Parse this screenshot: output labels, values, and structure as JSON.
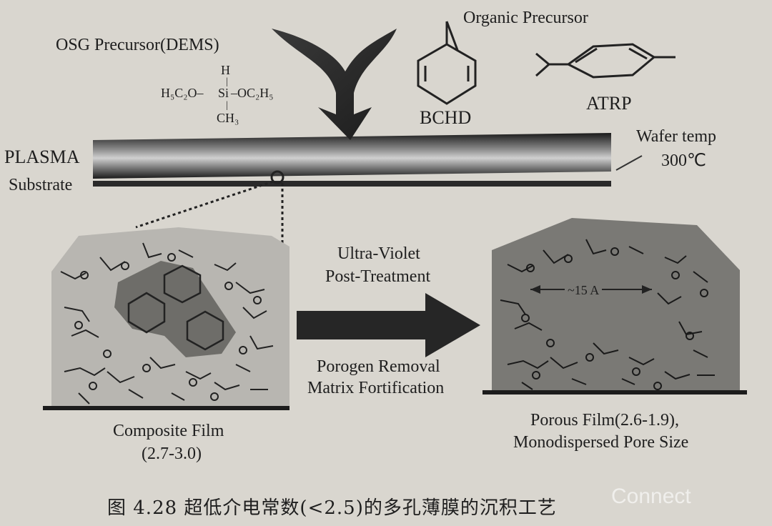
{
  "labels": {
    "osg_precursor": "OSG Precursor(DEMS)",
    "organic_precursor": "Organic Precursor",
    "bchd": "BCHD",
    "atrp": "ATRP",
    "plasma": "PLASMA",
    "substrate": "Substrate",
    "wafer_temp": "Wafer temp",
    "wafer_temp_value": "300℃",
    "uv_line1": "Ultra-Violet",
    "uv_line2": "Post-Treatment",
    "porogen_line1": "Porogen Removal",
    "porogen_line2": "Matrix Fortification",
    "composite_line1": "Composite Film",
    "composite_line2": "(2.7-3.0)",
    "porous_line1": "Porous Film(2.6-1.9),",
    "porous_line2": "Monodispersed Pore Size",
    "pore_size": "~15 A"
  },
  "dems": {
    "h": "H",
    "left": "H₅C₂O–",
    "center": "Si",
    "right": "–OC₂H₅",
    "bottom": "CH₃"
  },
  "caption": "图 4.28  超低介电常数(<2.5)的多孔薄膜的沉积工艺",
  "watermark": "Connect",
  "colors": {
    "background": "#d9d6cf",
    "film_composite": "#b8b6b1",
    "film_porous": "#7a7975",
    "porogen": "#6e6d69",
    "dark": "#222222"
  }
}
